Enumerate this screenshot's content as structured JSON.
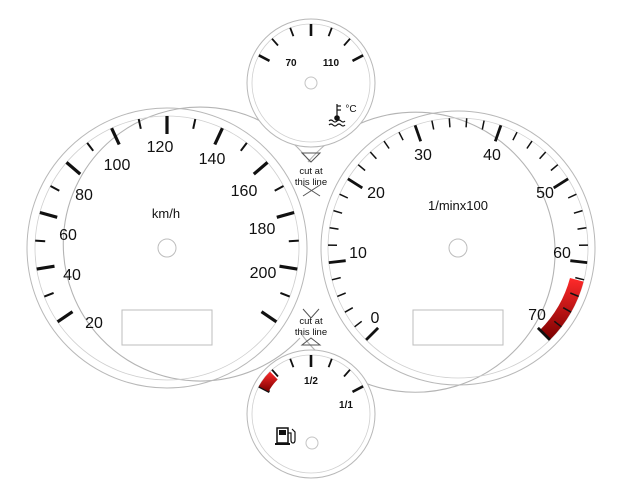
{
  "speedometer": {
    "unit_label": "km/h",
    "labels": [
      "20",
      "40",
      "60",
      "80",
      "100",
      "120",
      "140",
      "160",
      "180",
      "200"
    ]
  },
  "tachometer": {
    "unit_label": "1/minx100",
    "labels": [
      "0",
      "10",
      "20",
      "30",
      "40",
      "50",
      "60",
      "70"
    ]
  },
  "temperature_gauge": {
    "labels": [
      "70",
      "110"
    ],
    "unit_symbol": "°C",
    "icon": "coolant-temperature-icon"
  },
  "fuel_gauge": {
    "labels": [
      "1/2",
      "1/1"
    ],
    "icon": "fuel-pump-icon"
  },
  "cut_marks": {
    "upper": {
      "line1": "cut at",
      "line2": "this line"
    },
    "lower": {
      "line1": "cut at",
      "line2": "this line"
    }
  },
  "colors": {
    "stroke": "#b0b0b0",
    "ticks": "#111111",
    "redzone": "#cc1111",
    "redzone_dark": "#7a0000"
  }
}
